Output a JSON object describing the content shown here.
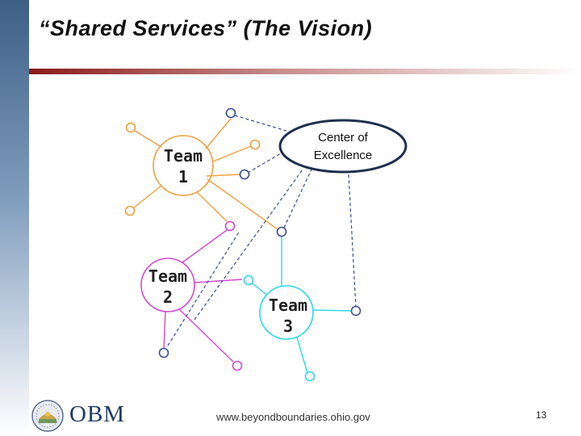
{
  "slide": {
    "title": "“Shared Services” (The Vision)",
    "page_number": "13"
  },
  "diagram": {
    "center": {
      "line1": "Center of",
      "line2": "Excellence"
    },
    "teams": [
      {
        "line1": "Team",
        "line2": "1",
        "color": "#f0a040"
      },
      {
        "line1": "Team",
        "line2": "2",
        "color": "#d04ad0"
      },
      {
        "line1": "Team",
        "line2": "3",
        "color": "#30d8e8"
      }
    ],
    "dashed_link_color": "#3a4f8f"
  },
  "footer": {
    "org": "OBM",
    "url": "www.beyondboundaries.ohio.gov"
  }
}
